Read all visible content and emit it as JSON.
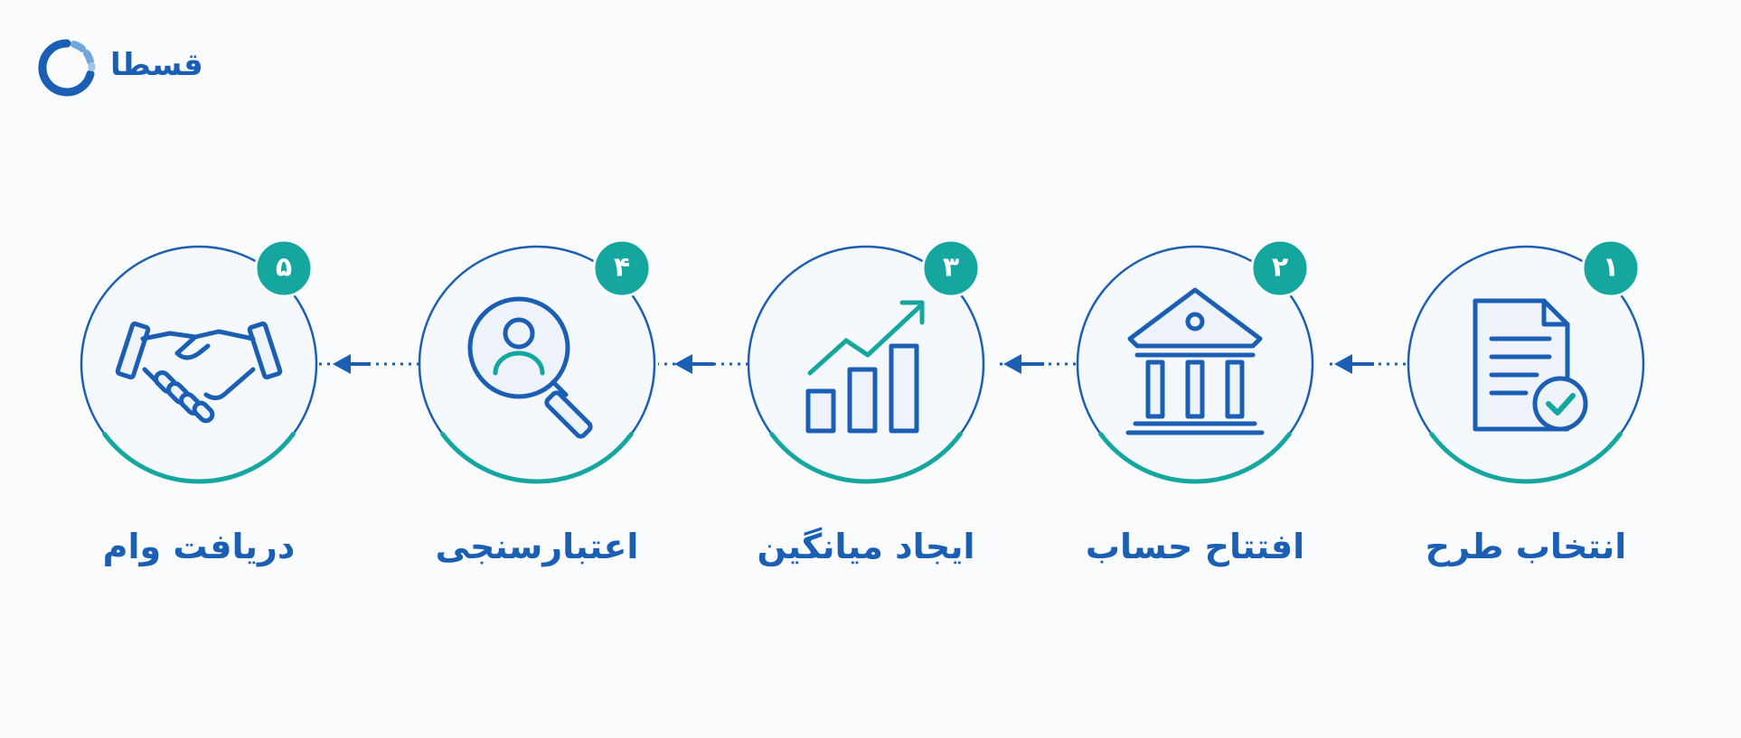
{
  "brand": {
    "name": "قسطا",
    "primary_color": "#1b5fb4",
    "accent_color": "#16a6a0",
    "logo_icon": "circular-arc-logo-icon"
  },
  "steps": [
    {
      "number": "۱",
      "label": "انتخاب طرح",
      "icon": "document-check-icon"
    },
    {
      "number": "۲",
      "label": "افتتاح حساب",
      "icon": "bank-icon"
    },
    {
      "number": "۳",
      "label": "ایجاد میانگین",
      "icon": "growth-chart-icon"
    },
    {
      "number": "۴",
      "label": "اعتبارسنجی",
      "icon": "user-search-icon"
    },
    {
      "number": "۵",
      "label": "دریافت وام",
      "icon": "handshake-icon"
    }
  ],
  "connector": {
    "direction": "right-to-left",
    "arrow_icon": "arrow-left-icon"
  }
}
